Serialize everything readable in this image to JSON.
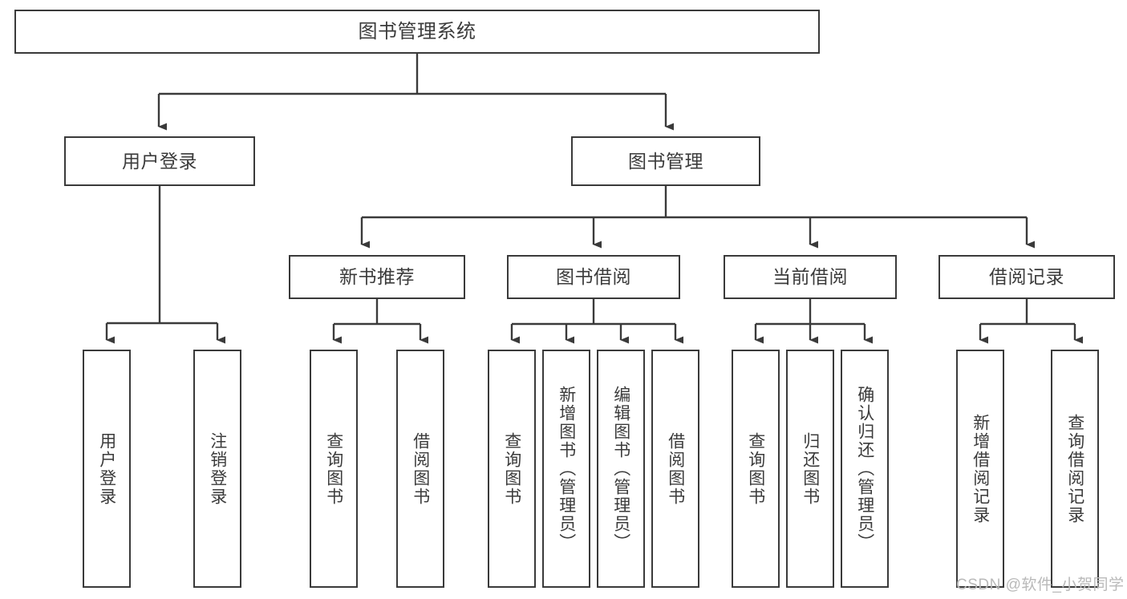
{
  "diagram": {
    "title": "图书管理系统",
    "watermark": "CSDN @软件_小贺同学",
    "colors": {
      "stroke": "#3a3a3a",
      "text": "#3b3b3b",
      "background": "#ffffff",
      "watermark": "#b9b9b9"
    },
    "root": {
      "label": "图书管理系统"
    },
    "level2": [
      {
        "label": "用户登录"
      },
      {
        "label": "图书管理"
      }
    ],
    "level3": [
      {
        "label": "新书推荐"
      },
      {
        "label": "图书借阅"
      },
      {
        "label": "当前借阅"
      },
      {
        "label": "借阅记录"
      }
    ],
    "leaves": {
      "user_login": [
        {
          "label": "用户登录"
        },
        {
          "label": "注销登录"
        }
      ],
      "new_book_recommend": [
        {
          "label": "查询图书"
        },
        {
          "label": "借阅图书"
        }
      ],
      "book_borrow": [
        {
          "label": "查询图书"
        },
        {
          "label": "新增图书（管理员）"
        },
        {
          "label": "编辑图书（管理员）"
        },
        {
          "label": "借阅图书"
        }
      ],
      "current_borrow": [
        {
          "label": "查询图书"
        },
        {
          "label": "归还图书"
        },
        {
          "label": "确认归还（管理员）"
        }
      ],
      "borrow_record": [
        {
          "label": "新增借阅记录"
        },
        {
          "label": "查询借阅记录"
        }
      ]
    }
  }
}
